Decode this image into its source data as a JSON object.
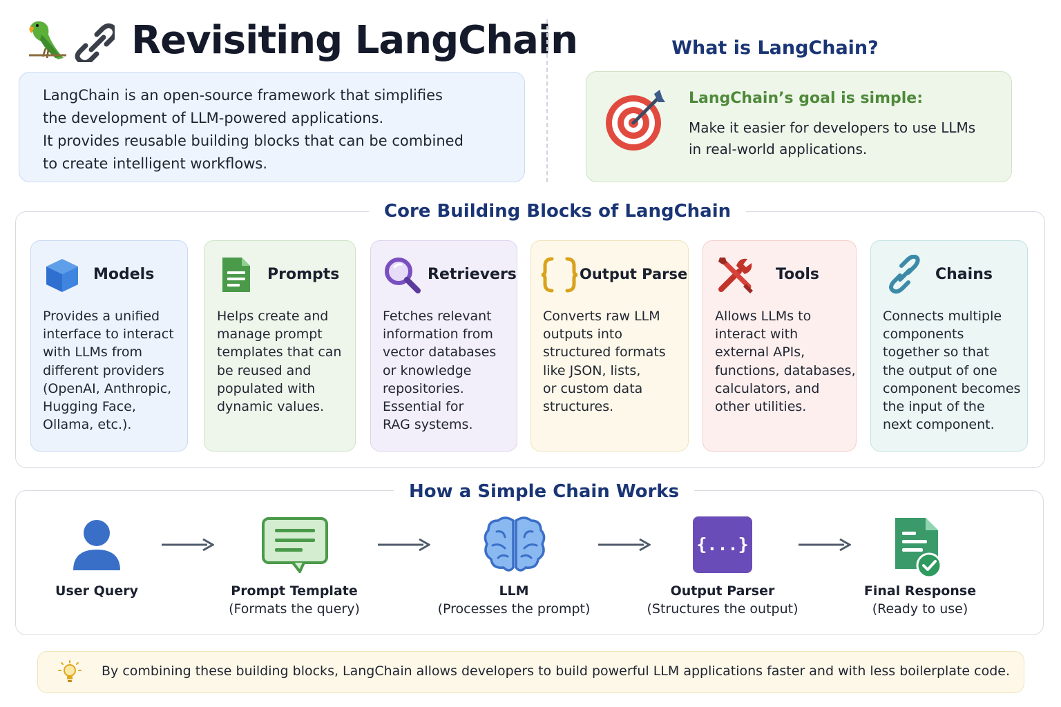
{
  "header": {
    "title": "Revisiting LangChain",
    "icons": [
      "parrot-icon",
      "chain-link-icon"
    ]
  },
  "intro": {
    "lines": [
      "LangChain is an open-source framework that simplifies",
      "the development of LLM-powered applications.",
      "It provides reusable building blocks that can be combined",
      "to create intelligent workflows."
    ]
  },
  "what_is": {
    "title": "What is LangChain?",
    "goal_title": "LangChain’s goal is simple:",
    "goal_lines": [
      "Make it easier for developers to use LLMs",
      "in real-world applications."
    ],
    "icon": "target-icon"
  },
  "core": {
    "title": "Core Building Blocks of LangChain",
    "cards": [
      {
        "title": "Models",
        "icon": "cube-icon",
        "lines": [
          "Provides a unified",
          "interface to interact",
          "with LLMs from",
          "different providers",
          "(OpenAI, Anthropic,",
          "Hugging Face,",
          "Ollama, etc.)."
        ],
        "bg": "#edf3fc",
        "border": "#c8d9f2"
      },
      {
        "title": "Prompts",
        "icon": "document-icon",
        "lines": [
          "Helps create and",
          "manage prompt",
          "templates that can",
          "be reused and",
          "populated with",
          "dynamic values."
        ],
        "bg": "#eef6ec",
        "border": "#cde3c8"
      },
      {
        "title": "Retrievers",
        "icon": "magnifier-icon",
        "lines": [
          "Fetches relevant",
          "information from",
          "vector databases",
          "or knowledge",
          "repositories.",
          "Essential for",
          "RAG systems."
        ],
        "bg": "#f3effa",
        "border": "#ddd3ee"
      },
      {
        "title": "Output Parsers",
        "icon": "braces-icon",
        "lines": [
          "Converts raw LLM",
          "outputs into",
          "structured formats",
          "like JSON, lists,",
          "or custom data",
          "structures."
        ],
        "bg": "#fdf8e9",
        "border": "#f1e4bd"
      },
      {
        "title": "Tools",
        "icon": "wrench-screwdriver-icon",
        "lines": [
          "Allows LLMs to",
          "interact with",
          "external APIs,",
          "functions, databases,",
          "calculators, and",
          "other utilities."
        ],
        "bg": "#fcefee",
        "border": "#f1cfcc"
      },
      {
        "title": "Chains",
        "icon": "chain-link-icon",
        "lines": [
          "Connects multiple",
          "components",
          "together so that",
          "the output of one",
          "component becomes",
          "the input of the",
          "next component."
        ],
        "bg": "#ebf6f5",
        "border": "#c4e3df"
      }
    ]
  },
  "flow": {
    "title": "How a Simple Chain Works",
    "steps": [
      {
        "label": "User Query",
        "sub": "",
        "icon": "user-icon"
      },
      {
        "label": "Prompt Template",
        "sub": "(Formats the query)",
        "icon": "chat-bubble-icon"
      },
      {
        "label": "LLM",
        "sub": "(Processes the prompt)",
        "icon": "brain-icon"
      },
      {
        "label": "Output Parser",
        "sub": "(Structures the output)",
        "icon": "braces-box-icon"
      },
      {
        "label": "Final Response",
        "sub": "(Ready to use)",
        "icon": "checked-document-icon"
      }
    ],
    "braces_text": "{...}"
  },
  "footer": {
    "text": "By combining these building blocks, LangChain allows developers to build powerful LLM applications faster and with less boilerplate code.",
    "icon": "lightbulb-icon"
  },
  "colors": {
    "title_navy": "#1a3575",
    "goal_green": "#4f8a3a",
    "arrow_gray": "#4f5b6b"
  }
}
